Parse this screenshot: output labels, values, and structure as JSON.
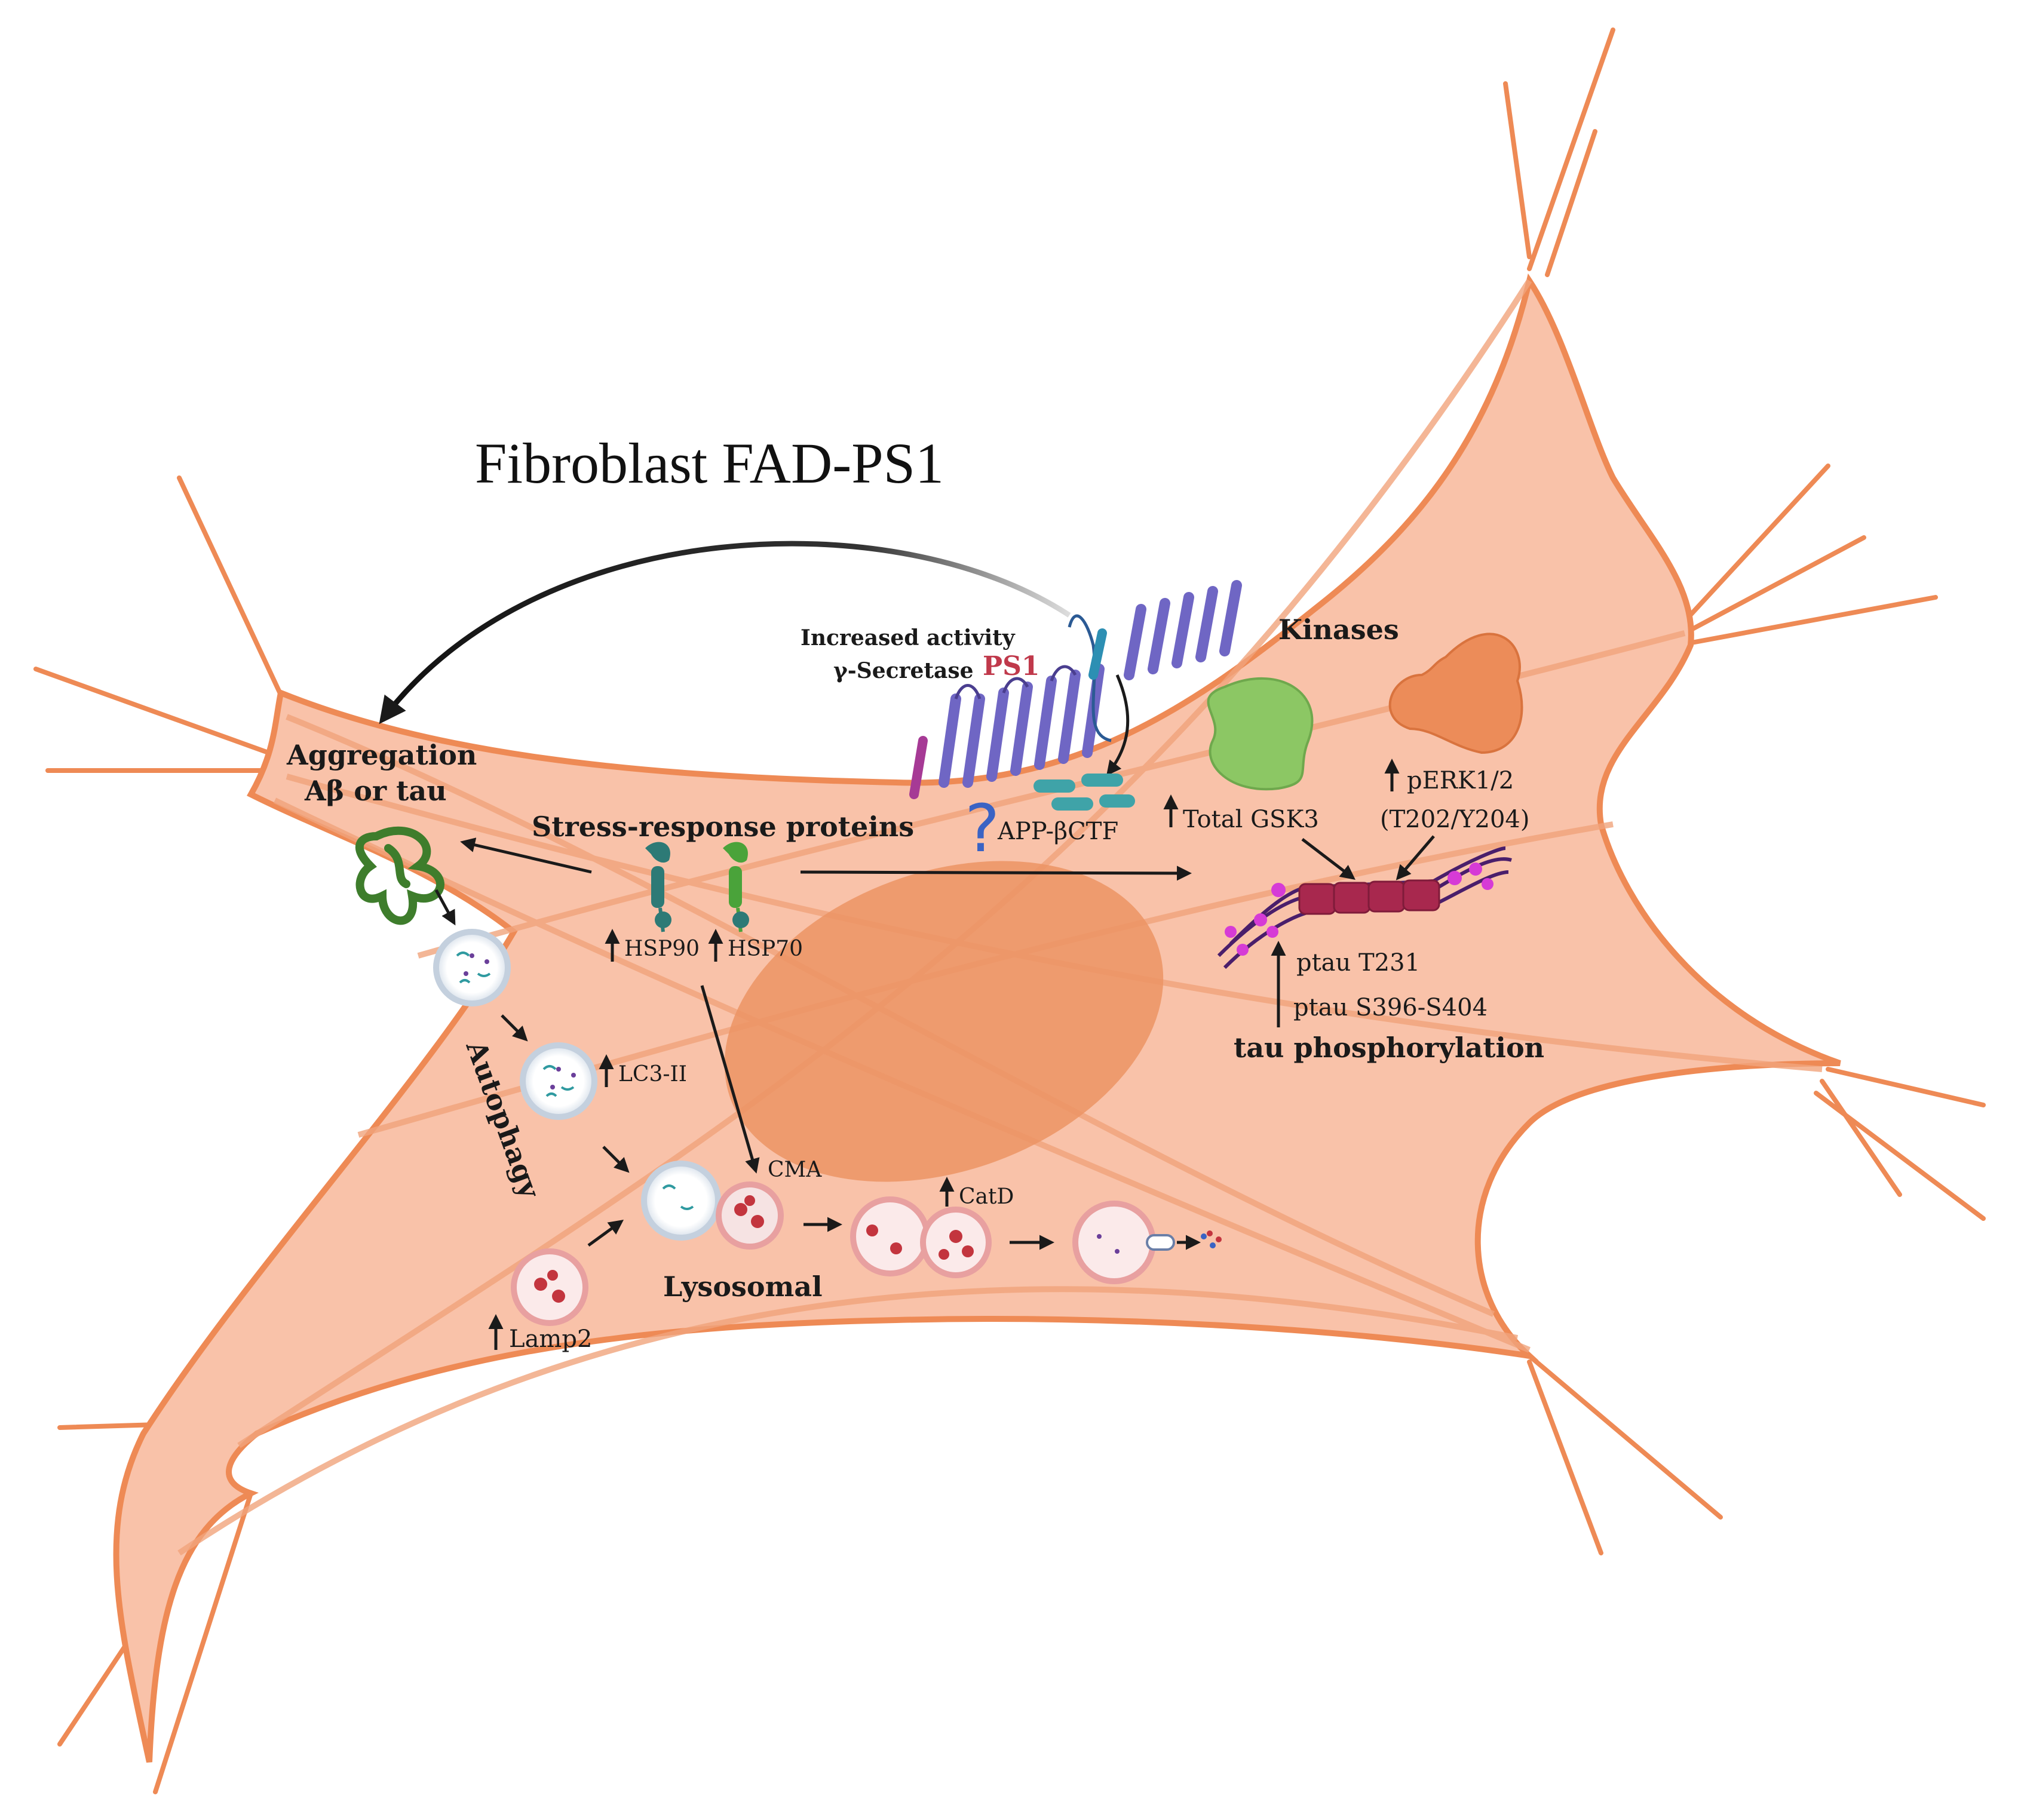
{
  "title": "Fibroblast FAD-PS1",
  "labels": {
    "increased_activity": "Increased activity",
    "gamma_secretase": "γ-Secretase",
    "ps1": "PS1",
    "kinases": "Kinases",
    "aggregation": "Aggregation",
    "abeta_or_tau": "Aβ or tau",
    "stress_response": "Stress-response  proteins",
    "app_bctf": "APP-βCTF",
    "question_mark": "?",
    "total_gsk3": "Total GSK3",
    "perk": "pERK1/2",
    "perk_sites": "(T202/Y204)",
    "hsp90": "HSP90",
    "hsp70": "HSP70",
    "ptau_t231": "ptau T231",
    "ptau_s396": "ptau S396-S404",
    "tau_phos": "tau phosphorylation",
    "autophagy": "Autophagy",
    "lc3": "LC3-II",
    "cma": "CMA",
    "catd": "CatD",
    "lysosomal": "Lysosomal",
    "lamp2": "Lamp2"
  },
  "colors": {
    "cell_fill": "#f9c2a9",
    "cell_edge": "#ee8a55",
    "nucleus": "#ec9464",
    "ps1_label": "#c0394b",
    "question": "#3a63c4",
    "gsk3": "#8cc764",
    "erk": "#ec8c59",
    "tau_block": "#a8284e",
    "tau_strand": "#4a1e6b",
    "phospho": "#d63bd6",
    "aggregate": "#3e7d2c"
  }
}
